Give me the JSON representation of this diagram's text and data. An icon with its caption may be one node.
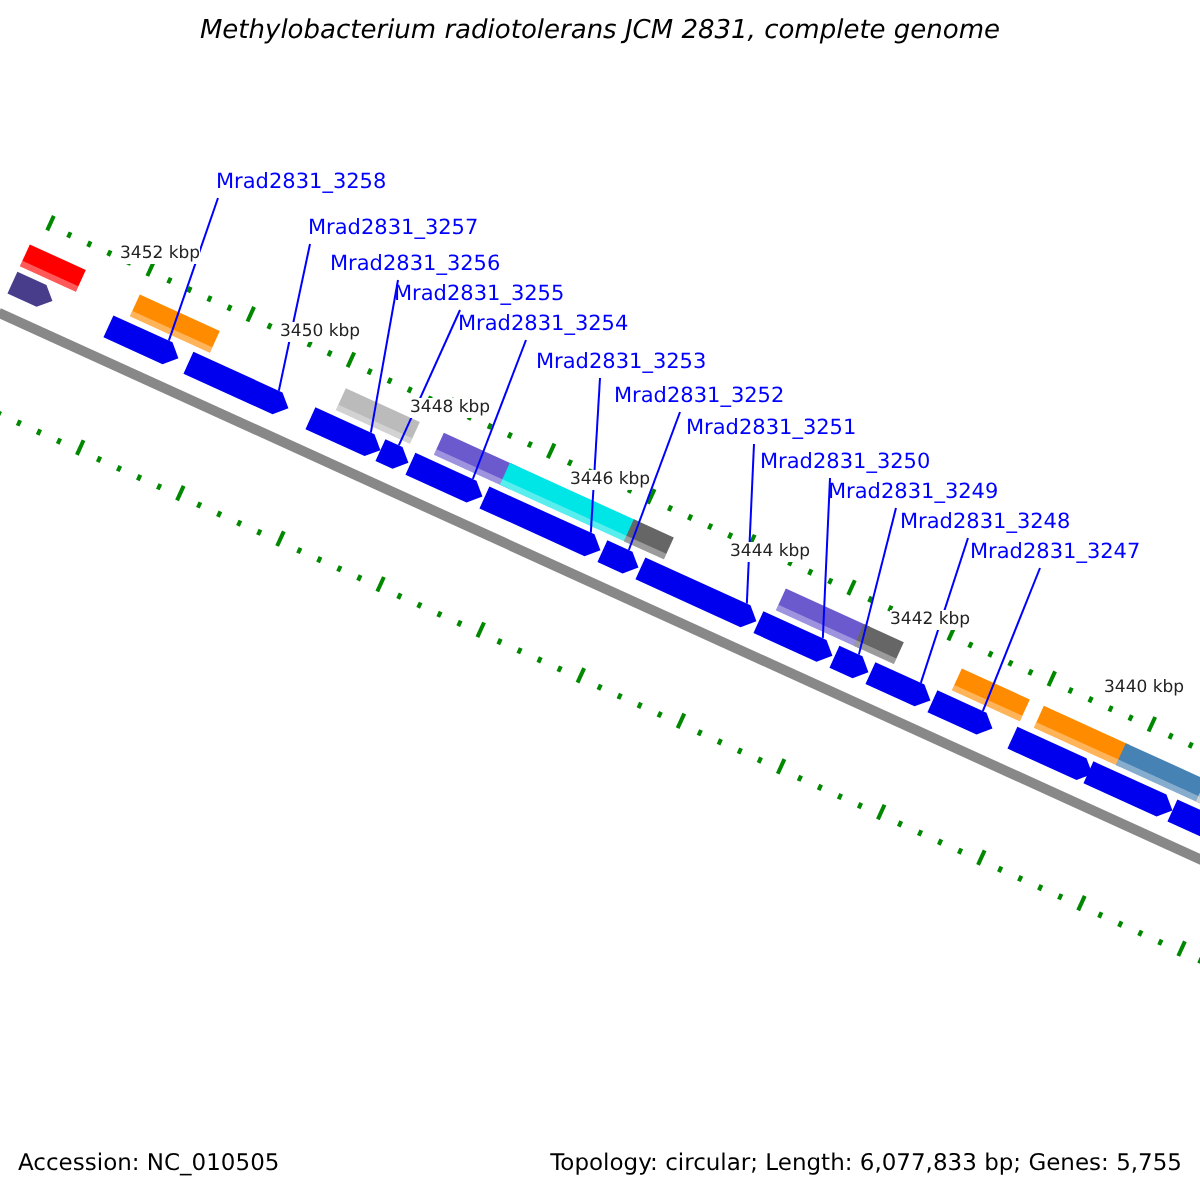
{
  "diagram": {
    "title": "Methylobacterium radiotolerans JCM 2831, complete genome",
    "nodes": [
      {
        "text": [
          "Mrad2831_3258"
        ]
      },
      {
        "text": [
          "Mrad2831_3257"
        ]
      },
      {
        "text": [
          "Mrad2831_3256"
        ]
      },
      {
        "text": [
          "Mrad2831_3255"
        ]
      },
      {
        "text": [
          "Mrad2831_3254"
        ]
      },
      {
        "text": [
          "Mrad2831_3253"
        ]
      },
      {
        "text": [
          "Mrad2831_3252"
        ]
      },
      {
        "text": [
          "Mrad2831_3251"
        ]
      },
      {
        "text": [
          "Mrad2831_3250"
        ]
      },
      {
        "text": [
          "Mrad2831_3249"
        ]
      },
      {
        "text": [
          "Mrad2831_3248"
        ]
      },
      {
        "text": [
          "Mrad2831_3247"
        ]
      },
      {
        "text": [],
        "shape": "bar"
      },
      {
        "text": [],
        "shape": "bar"
      },
      {
        "text": [],
        "shape": "bar"
      },
      {
        "text": [],
        "shape": "bar"
      },
      {
        "text": [],
        "shape": "bar"
      },
      {
        "text": [],
        "shape": "bar"
      },
      {
        "text": [],
        "shape": "bar"
      },
      {
        "text": [],
        "shape": "bar"
      },
      {
        "text": [],
        "shape": "bar"
      },
      {
        "text": [],
        "shape": "bar"
      },
      {
        "text": [],
        "shape": "bar"
      },
      {
        "text": [],
        "shape": "bar"
      },
      {
        "text": [],
        "shape": "bar"
      },
      {
        "text": [],
        "shape": "bar"
      },
      {
        "text": [],
        "shape": "bar"
      }
    ],
    "edges": [
      {
        "from": 0,
        "to": 12,
        "arrow": "none"
      },
      {
        "from": 1,
        "to": 13,
        "arrow": "none"
      },
      {
        "from": 2,
        "to": 14,
        "arrow": "none"
      },
      {
        "from": 3,
        "to": 15,
        "arrow": "none"
      },
      {
        "from": 4,
        "to": 16,
        "arrow": "none"
      },
      {
        "from": 5,
        "to": 17,
        "arrow": "none"
      },
      {
        "from": 6,
        "to": 18,
        "arrow": "none"
      },
      {
        "from": 7,
        "to": 19,
        "arrow": "none"
      },
      {
        "from": 8,
        "to": 20,
        "arrow": "none"
      },
      {
        "from": 9,
        "to": 21,
        "arrow": "none"
      },
      {
        "from": 10,
        "to": 22,
        "arrow": "none"
      },
      {
        "from": 11,
        "to": 23,
        "arrow": "none"
      }
    ],
    "labels": [
      "3452 kbp",
      "3450 kbp",
      "3448 kbp",
      "3446 kbp",
      "3444 kbp",
      "3442 kbp",
      "3440 kbp",
      "Accession: NC_010505",
      "Topology: circular; Length: 6,077,833 bp; Genes: 5,755"
    ]
  }
}
